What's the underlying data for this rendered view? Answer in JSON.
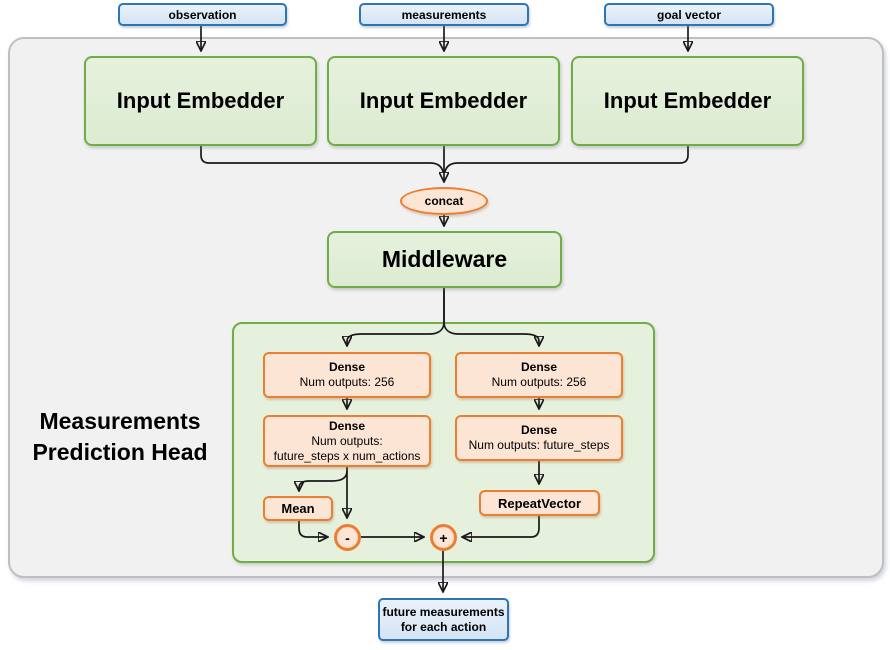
{
  "diagram": {
    "inputs": [
      {
        "label": "observation"
      },
      {
        "label": "measurements"
      },
      {
        "label": "goal vector"
      }
    ],
    "embedders": [
      {
        "label": "Input Embedder"
      },
      {
        "label": "Input Embedder"
      },
      {
        "label": "Input Embedder"
      }
    ],
    "concat": {
      "label": "concat"
    },
    "middleware": {
      "label": "Middleware"
    },
    "head": {
      "title_line1": "Measurements",
      "title_line2": "Prediction Head",
      "left_branch": {
        "dense1_title": "Dense",
        "dense1_sub": "Num outputs: 256",
        "dense2_title": "Dense",
        "dense2_sub1": "Num outputs:",
        "dense2_sub2": "future_steps x num_actions",
        "mean_label": "Mean",
        "minus_label": "-"
      },
      "right_branch": {
        "dense1_title": "Dense",
        "dense1_sub": "Num outputs: 256",
        "dense2_title": "Dense",
        "dense2_sub": "Num outputs: future_steps",
        "repeat_label": "RepeatVector",
        "plus_label": "+"
      }
    },
    "output": {
      "label_line1": "future measurements",
      "label_line2": "for each action"
    },
    "colors": {
      "blue_border": "#2E75B6",
      "blue_fill_top": "#EAF2FB",
      "blue_fill_bot": "#D4E4F4",
      "green_border": "#70AD47",
      "green_fill": "#E6F1DD",
      "orange_border": "#ED7D31",
      "orange_fill": "#FCE5D5",
      "container_fill": "#F1F1F1",
      "container_border": "#BFBFBF",
      "line": "#1A1A1A"
    }
  }
}
